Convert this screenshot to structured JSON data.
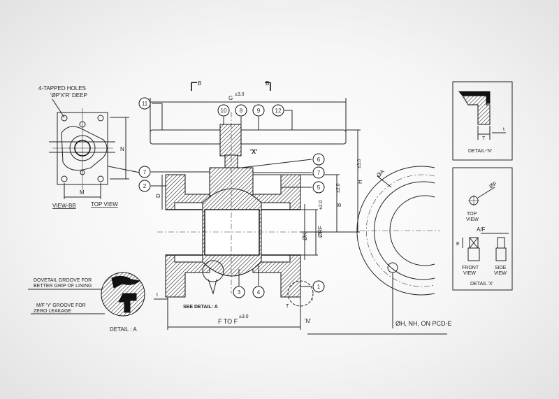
{
  "top_view": {
    "note_line1": "4-TAPPED HOLES",
    "note_line2": "'ØP'X'R' DEEP",
    "dim_n": "N",
    "dim_m": "M",
    "label_view_bb": "VIEW-BB",
    "label_top_view": "TOP VIEW"
  },
  "main_view": {
    "dim_g": "G",
    "tol_g": "±3.0",
    "section_b_left": "B",
    "section_b_right": "B",
    "marker_x": "'X'",
    "dim_d": "D",
    "dim_h": "H",
    "tol_h": "±3.0",
    "dim_b": "B",
    "tol_b": "±2.0",
    "dim_rf": "ØRF",
    "tol_rf": "±2.0",
    "dim_k": "ØK",
    "dim_ftof": "F TO F",
    "tol_ftof": "±3.0",
    "see_detail": "SEE DETAIL: A",
    "marker_n": "'N'",
    "dim_t_small": "t",
    "dim_t_right": "T",
    "dim_t_right_small": "t",
    "balloons": [
      "1",
      "2",
      "3",
      "4",
      "5",
      "6",
      "7",
      "7",
      "8",
      "9",
      "10",
      "11",
      "12"
    ]
  },
  "flange_view": {
    "dim_a": "ØA",
    "note": "ØH, NH, ON PCD-E"
  },
  "detail_n": {
    "title": "DETAIL-'N'",
    "dim_t": "T",
    "dim_t_small": "t"
  },
  "detail_x": {
    "top_view": "TOP",
    "top_view2": "VIEW",
    "dim_f": "ØF",
    "dim_af": "A/F",
    "dim_e": "E",
    "front_view": "FRONT",
    "front_view2": "VIEW",
    "side_view": "SIDE",
    "side_view2": "VIEW",
    "title": "DETAIL 'X'"
  },
  "detail_a": {
    "note1_line1": "DOVETAIL GROOVE FOR",
    "note1_line2": "BETTER GRIP OF LINING",
    "note2_line1": "M/F 'Y' GROOVE FOR",
    "note2_line2": "ZERO LEAKAGE",
    "title": "DETAIL : A"
  }
}
